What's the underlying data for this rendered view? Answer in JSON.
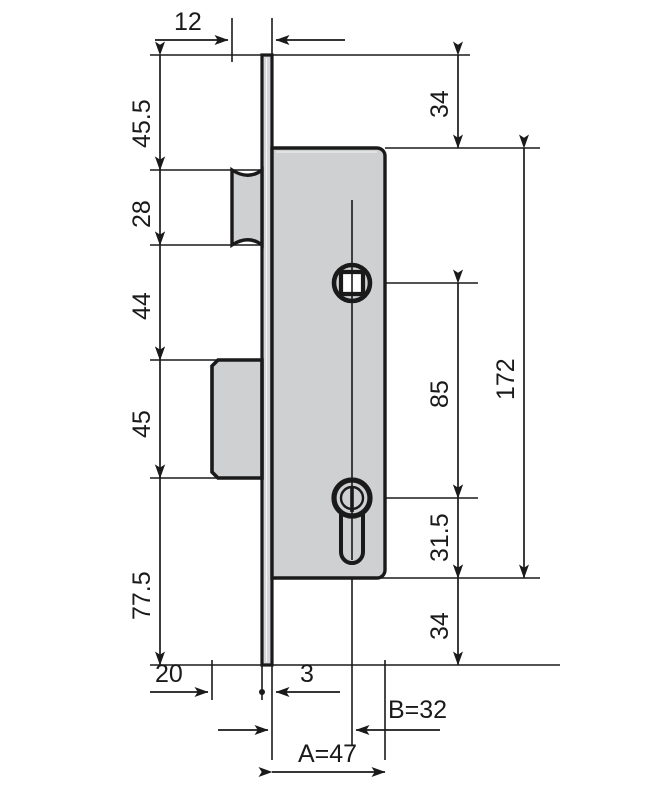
{
  "drawing": {
    "title": "Mortise lock dimensional drawing",
    "type": "technical-drawing",
    "units": "mm",
    "line_color": "#1a1a1a",
    "body_fill": "#cfd0d2",
    "faceplate_fill": "#d4d5d7",
    "background": "#ffffff"
  },
  "dimensions": {
    "top_width": "12",
    "left_chain": [
      {
        "label": "45.5",
        "value": 45.5
      },
      {
        "label": "28",
        "value": 28
      },
      {
        "label": "44",
        "value": 44
      },
      {
        "label": "45",
        "value": 45
      },
      {
        "label": "77.5",
        "value": 77.5
      }
    ],
    "right_chain": [
      {
        "label": "34",
        "value": 34
      },
      {
        "label": "85",
        "value": 85
      },
      {
        "label": "31.5",
        "value": 31.5
      },
      {
        "label": "34",
        "value": 34
      }
    ],
    "overall_height": "172",
    "bottom_chain": [
      {
        "label": "20",
        "value": 20
      },
      {
        "label": "3",
        "value": 3
      }
    ],
    "backset_b": "B=32",
    "overall_a": "A=47"
  },
  "features": {
    "faceplate": "faceplate",
    "lock_body": "lock-body",
    "latch_bolt": "latch-bolt",
    "dead_bolt": "dead-bolt",
    "spindle_hole": "square-spindle-hole",
    "cylinder_hole": "euro-profile-cylinder-hole"
  }
}
